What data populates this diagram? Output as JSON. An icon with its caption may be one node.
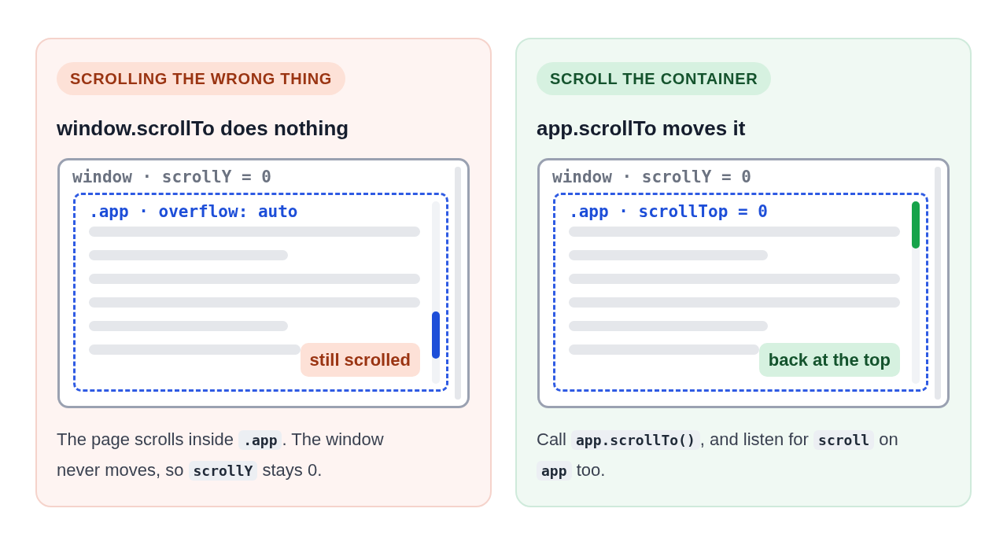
{
  "diagram": {
    "nodes": [
      {
        "text": [
          "window.scrollTo does nothing",
          "The page scrolls inside **.app**. The window never moves, so **scrollY** stays 0."
        ]
      },
      {
        "text": [
          "SCROLLING THE WRONG THING"
        ],
        "in": 0
      },
      {
        "text": [
          "window · scrollY = 0"
        ],
        "in": 0
      },
      {
        "text": [
          ".app · overflow: auto"
        ],
        "in": 2
      },
      {
        "text": [
          "still scrolled"
        ],
        "in": 3
      },
      {
        "text": [
          "app.scrollTo moves it",
          "Call **app.scrollTo()**, and listen for **scroll** on **app** too."
        ]
      },
      {
        "text": [
          "SCROLL THE CONTAINER"
        ],
        "in": 5
      },
      {
        "text": [
          "window · scrollY = 0"
        ],
        "in": 5
      },
      {
        "text": [
          ".app · scrollTop = 0"
        ],
        "in": 7
      },
      {
        "text": [
          "back at the top"
        ],
        "in": 8
      }
    ]
  }
}
